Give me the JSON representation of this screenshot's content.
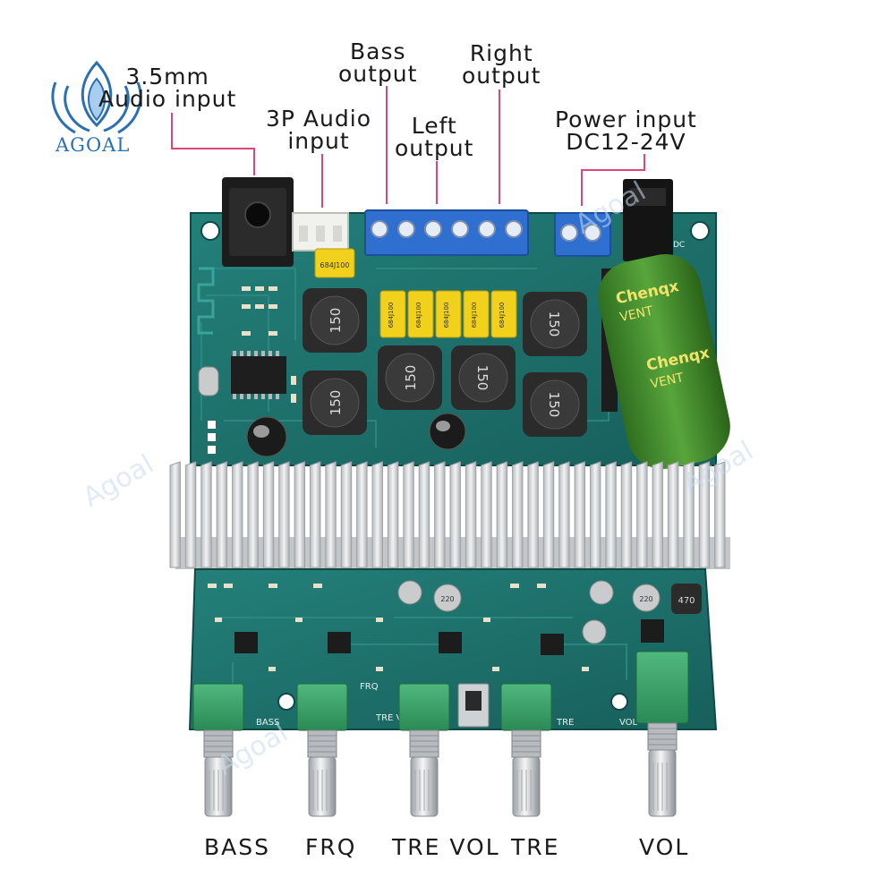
{
  "brand": {
    "logo_text": "AGOAL",
    "watermark": "Agoal"
  },
  "callouts": {
    "audio_35": [
      "3.5mm",
      "Audio input"
    ],
    "audio_3p": [
      "3P Audio",
      "input"
    ],
    "bass_out": [
      "Bass",
      "output"
    ],
    "left_out": [
      "Left",
      "output"
    ],
    "right_out": [
      "Right",
      "output"
    ],
    "power_in": [
      "Power input",
      "DC12-24V"
    ]
  },
  "knobs": [
    "BASS",
    "FRQ",
    "TRE VOL",
    "TRE",
    "VOL"
  ],
  "board_text": {
    "inductor": "150",
    "film_cap": "684J100",
    "cap_brand": "Chenqx",
    "cap_vent": "VENT",
    "cap_small": "220",
    "inductor_small": "470",
    "silk_bass": "BASS",
    "silk_frq": "FRQ",
    "silk_tre": "TRE",
    "silk_vol": "VOL",
    "silk_trevol": "TRE VOL",
    "silk_dc": "DC"
  },
  "colors": {
    "pcb": "#1f6f6a",
    "pcb_dark": "#155955",
    "terminal": "#2f6fd0",
    "heatsink": "#d9dcde",
    "knob": "#3aa36a",
    "capacitor": "#3f8a2a",
    "leader": "#e0457a"
  }
}
